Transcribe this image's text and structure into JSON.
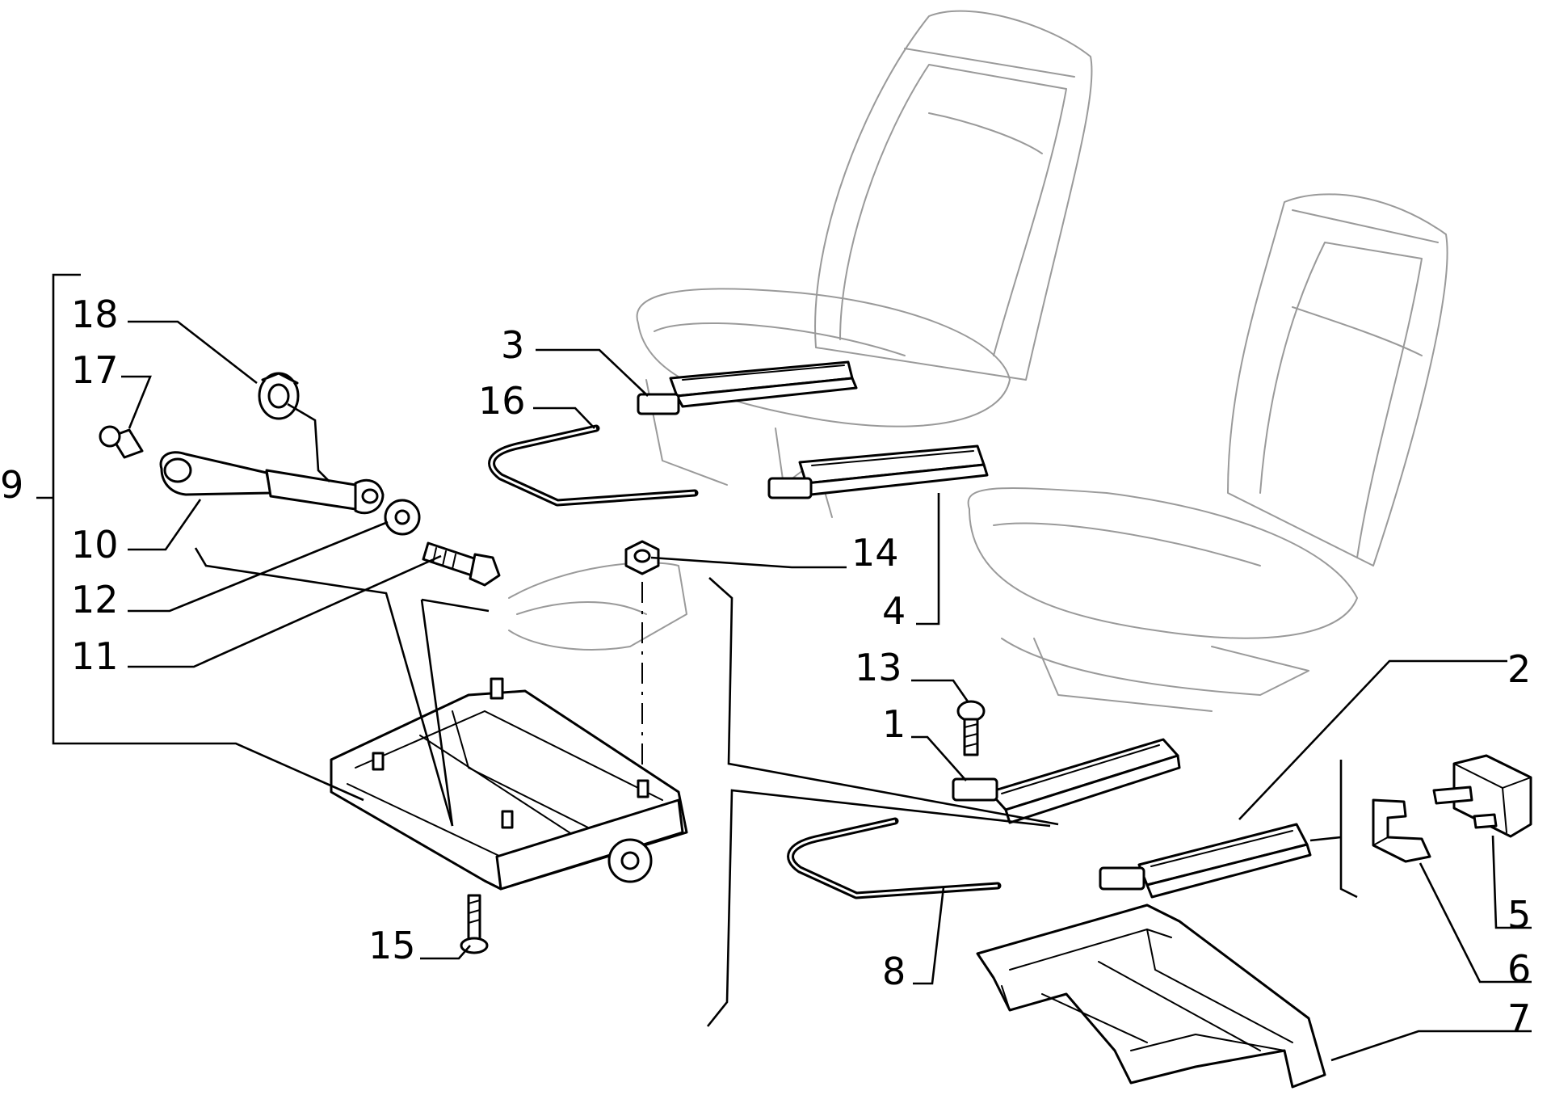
{
  "callouts": {
    "c1": "1",
    "c2": "2",
    "c3": "3",
    "c4": "4",
    "c5": "5",
    "c6": "6",
    "c7": "7",
    "c8": "8",
    "c9": "9",
    "c10": "10",
    "c11": "11",
    "c12": "12",
    "c13": "13",
    "c14": "14",
    "c15": "15",
    "c16": "16",
    "c17": "17",
    "c18": "18"
  },
  "colors": {
    "ink": "#000000",
    "ghost": "#9a9a9a",
    "paper": "#ffffff"
  }
}
